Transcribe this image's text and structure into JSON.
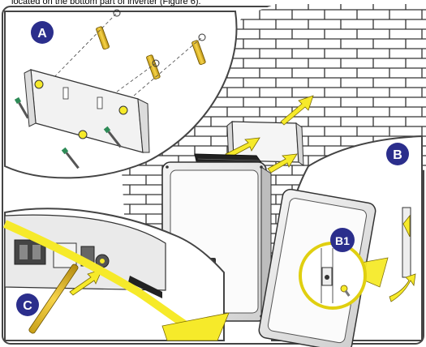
{
  "caption": "located on the bottom part of inverter (Figure 6).",
  "labels": {
    "a": "A",
    "b": "B",
    "b1": "B1",
    "c": "C"
  },
  "colors": {
    "badge": "#2b2e8c",
    "accent_yellow": "#f6ea2a",
    "wall_line": "#333333",
    "frame": "#444444"
  }
}
